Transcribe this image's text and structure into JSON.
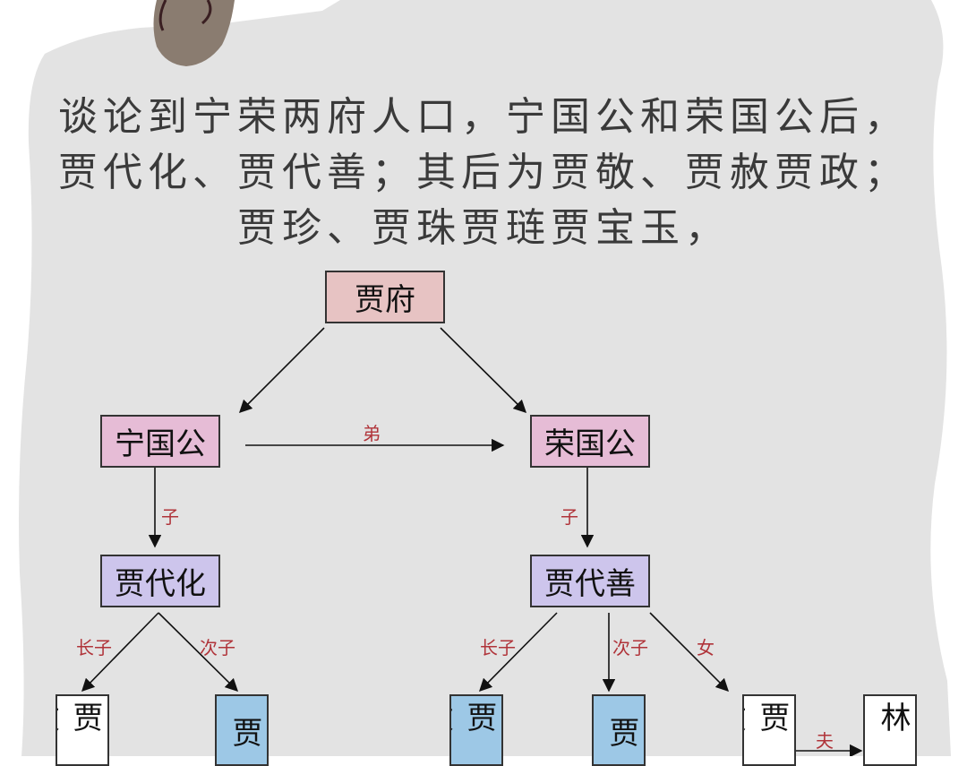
{
  "title": {
    "line1": "谈论到宁荣两府人口，宁国公和荣国公后，",
    "line2": "贾代化、贾代善；其后为贾敬、贾赦贾政；",
    "line3": "贾珍、贾珠贾琏贾宝玉，"
  },
  "nodes": {
    "root": "贾府",
    "ningguo": "宁国公",
    "rongguo": "荣国公",
    "daihua": "贾代化",
    "daishan": "贾代善",
    "jing": "贾敬",
    "fu_left2": "贾",
    "she": "贾赦",
    "zheng": "贾",
    "min": "贾敏",
    "lin": "林如"
  },
  "edge_labels": {
    "brother": "弟",
    "son_left": "子",
    "son_right": "子",
    "eldest_left": "长子",
    "second_left": "次子",
    "eldest_right": "长子",
    "second_right": "次子",
    "daughter": "女",
    "husband": "夫"
  },
  "colors": {
    "background_paper": "#e3e3e3",
    "root_fill": "#e7c3c3",
    "duke_fill": "#e6bcd6",
    "second_gen_fill": "#cdc5ec",
    "son_fill": "#9dc8e6",
    "label_color": "#b0343a"
  }
}
